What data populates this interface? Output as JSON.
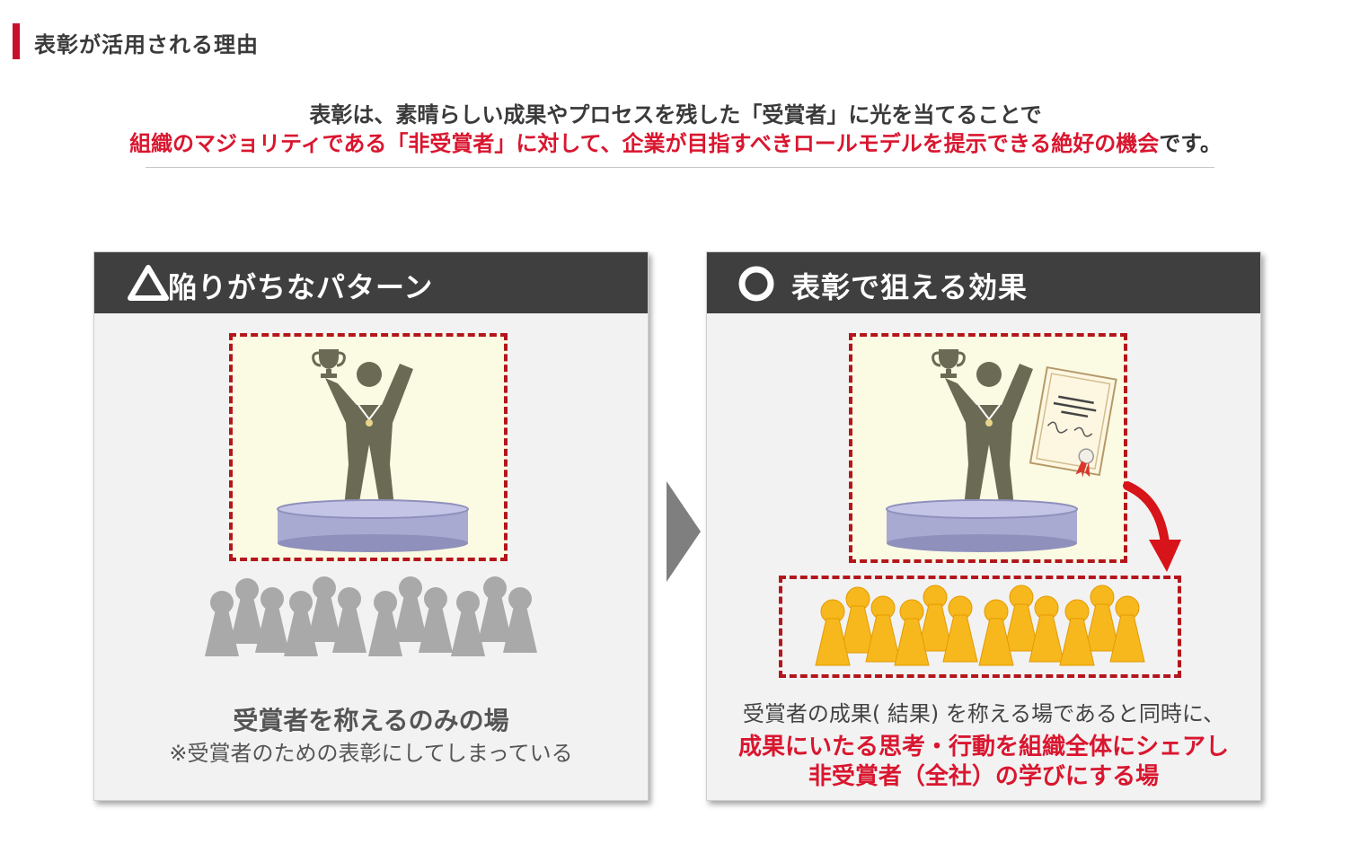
{
  "header": {
    "title": "表彰が活用される理由"
  },
  "lead": {
    "line1": "表彰は、素晴らしい成果やプロセスを残した「受賞者」に光を当てることで",
    "line2_red": "組織のマジョリティである「非受賞者」に対して、企業が目指すべきロールモデルを提示できる絶好の機会",
    "line2_end": "です。"
  },
  "left_panel": {
    "symbol": "△",
    "heading": "陥りがちなパターン",
    "title": "受賞者を称えるのみの場",
    "note": "※受賞者のための表彰にしてしまっている"
  },
  "right_panel": {
    "symbol": "○",
    "heading": "表彰で狙える効果",
    "line1": "受賞者の成果( 結果) を称える場であると同時に、",
    "line2": "成果にいたる思考・行動を組織全体にシェアし",
    "line3": "非受賞者（全社）の学びにする場"
  },
  "colors": {
    "accent": "#d9162f",
    "header_bg": "#3f3f3f",
    "panel_bg": "#f2f2f2",
    "stage_bg": "#fbfbe4",
    "crowd_gray": "#a9a9a9",
    "crowd_gold": "#f7b81d",
    "podium": "#a9aad2",
    "figure": "#6b6b55"
  }
}
